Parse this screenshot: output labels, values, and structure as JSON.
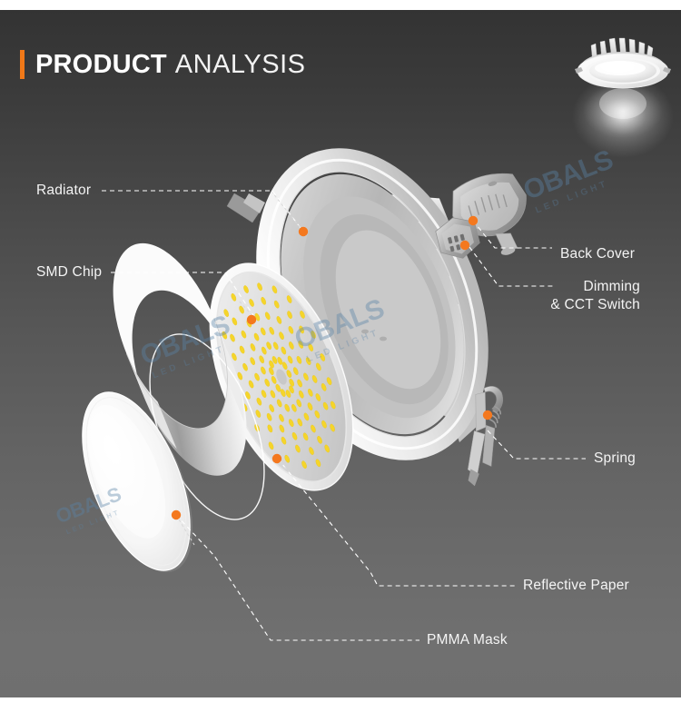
{
  "page": {
    "background_top": "#333333",
    "background_bottom": "#707070",
    "accent_color": "#f07818",
    "marker_color": "#f4781e"
  },
  "header": {
    "title_bold": "PRODUCT",
    "title_light": "ANALYSIS",
    "accent_bar": "|"
  },
  "watermark": {
    "main": "OBALS",
    "sub": "LED LIGHT",
    "color": "#5a84a8"
  },
  "hero": {
    "name": "assembled-led-downlight",
    "caption": ""
  },
  "callouts": [
    {
      "id": "radiator",
      "label": "Radiator",
      "side": "left"
    },
    {
      "id": "smd-chip",
      "label": "SMD Chip",
      "side": "left"
    },
    {
      "id": "back-cover",
      "label": "Back Cover",
      "side": "right"
    },
    {
      "id": "dimming-switch",
      "label": "Dimming",
      "label_line2": "& CCT Switch",
      "side": "right"
    },
    {
      "id": "spring",
      "label": "Spring",
      "side": "right"
    },
    {
      "id": "reflective-paper",
      "label": "Reflective Paper",
      "side": "right"
    },
    {
      "id": "pmma-mask",
      "label": "PMMA Mask",
      "side": "right"
    }
  ],
  "components": [
    {
      "id": "pmma-mask",
      "name": "PMMA Mask"
    },
    {
      "id": "reflective-paper",
      "name": "Reflective Paper"
    },
    {
      "id": "smd-chip",
      "name": "SMD Chip"
    },
    {
      "id": "radiator",
      "name": "Radiator"
    },
    {
      "id": "back-cover",
      "name": "Back Cover"
    },
    {
      "id": "dimming-switch",
      "name": "Dimming & CCT Switch"
    },
    {
      "id": "spring",
      "name": "Spring"
    }
  ]
}
